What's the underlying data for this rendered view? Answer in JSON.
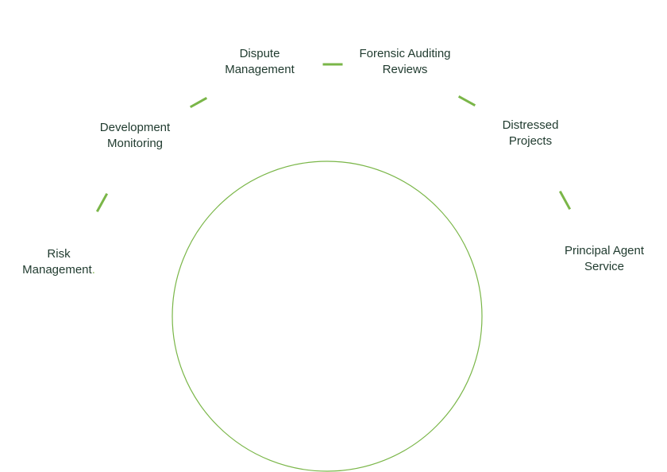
{
  "colors": {
    "accent": "#7ab648",
    "text": "#1f3a2e"
  },
  "services": [
    {
      "id": "risk-management",
      "line1": "Risk",
      "line2": "Management",
      "suffix": "."
    },
    {
      "id": "development-monitoring",
      "line1": "Development",
      "line2": "Monitoring",
      "suffix": ""
    },
    {
      "id": "dispute-management",
      "line1": "Dispute",
      "line2": "Management",
      "suffix": ""
    },
    {
      "id": "forensic-auditing-reviews",
      "line1": "Forensic Auditing",
      "line2": "Reviews",
      "suffix": ""
    },
    {
      "id": "distressed-projects",
      "line1": "Distressed",
      "line2": "Projects",
      "suffix": ""
    },
    {
      "id": "principal-agent-service",
      "line1": "Principal Agent",
      "line2": "Service",
      "suffix": ""
    }
  ]
}
